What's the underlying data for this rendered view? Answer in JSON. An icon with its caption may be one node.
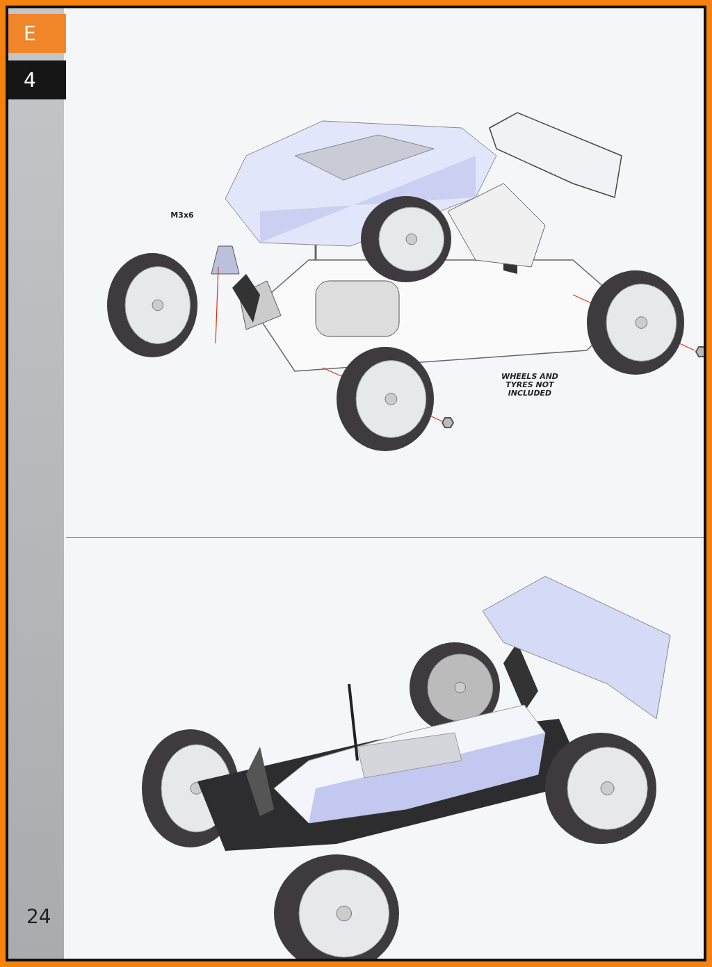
{
  "diagram": {
    "labels": [
      "E",
      "4",
      "M3x6",
      "WHEELS AND TYRES NOT INCLUDED",
      "24"
    ]
  }
}
